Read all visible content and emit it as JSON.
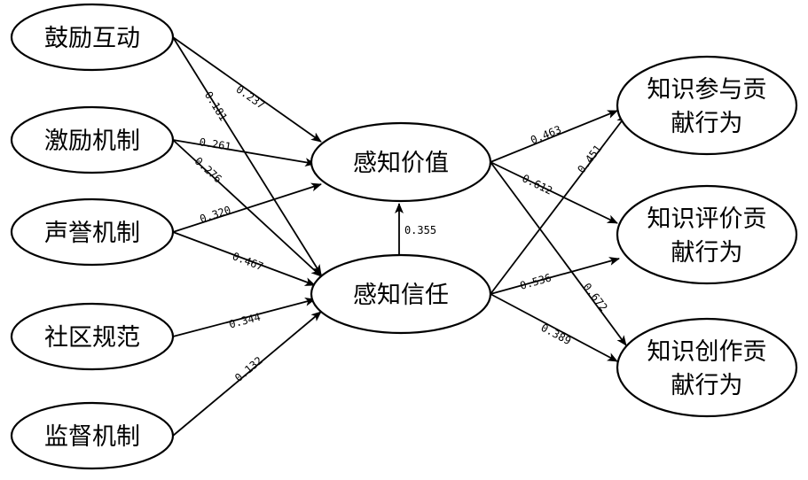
{
  "nodes": {
    "encourage_interaction": {
      "lines": [
        "鼓励互动"
      ]
    },
    "incentive_mechanism": {
      "lines": [
        "激励机制"
      ]
    },
    "reputation_mechanism": {
      "lines": [
        "声誉机制"
      ]
    },
    "community_norms": {
      "lines": [
        "社区规范"
      ]
    },
    "supervision_mechanism": {
      "lines": [
        "监督机制"
      ]
    },
    "perceived_value": {
      "lines": [
        "感知价值"
      ]
    },
    "perceived_trust": {
      "lines": [
        "感知信任"
      ]
    },
    "knowledge_participation": {
      "lines": [
        "知识参与贡",
        "献行为"
      ]
    },
    "knowledge_evaluation": {
      "lines": [
        "知识评价贡",
        "献行为"
      ]
    },
    "knowledge_creation": {
      "lines": [
        "知识创作贡",
        "献行为"
      ]
    }
  },
  "edges": [
    {
      "id": "encourage_to_value",
      "coef": "0.237"
    },
    {
      "id": "encourage_to_trust",
      "coef": "0.181"
    },
    {
      "id": "incentive_to_value",
      "coef": "0.261"
    },
    {
      "id": "incentive_to_trust",
      "coef": "0.276"
    },
    {
      "id": "reputation_to_value",
      "coef": "0.320"
    },
    {
      "id": "reputation_to_trust",
      "coef": "0.467"
    },
    {
      "id": "norms_to_trust",
      "coef": "0.344"
    },
    {
      "id": "supervision_to_trust",
      "coef": "0.132"
    },
    {
      "id": "trust_to_value",
      "coef": "0.355"
    },
    {
      "id": "value_to_participation",
      "coef": "0.463"
    },
    {
      "id": "value_to_evaluation",
      "coef": "0.612"
    },
    {
      "id": "value_to_creation",
      "coef": "0.672"
    },
    {
      "id": "trust_to_participation",
      "coef": "0.451"
    },
    {
      "id": "trust_to_evaluation",
      "coef": "0.536"
    },
    {
      "id": "trust_to_creation",
      "coef": "0.389"
    }
  ]
}
